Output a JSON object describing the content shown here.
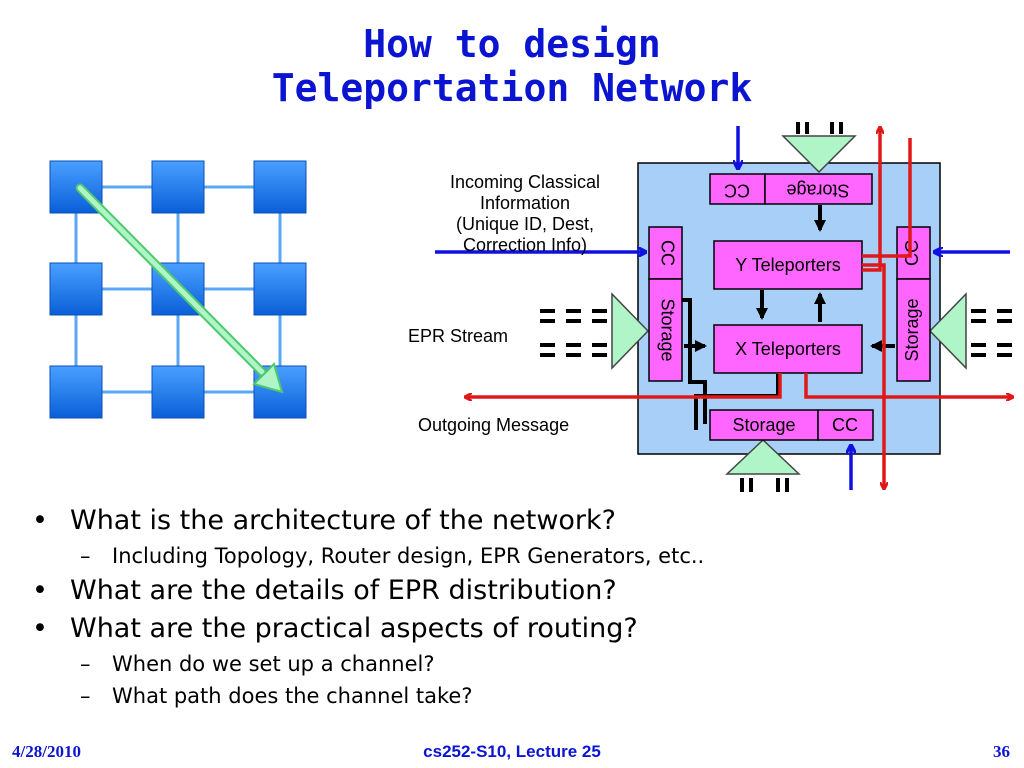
{
  "slide": {
    "title_line1": "How to design",
    "title_line2": "Teleportation Network"
  },
  "router": {
    "cc_top": "CC",
    "storage_top": "Storage",
    "cc_left": "CC",
    "storage_left": "Storage",
    "cc_right": "CC",
    "storage_right": "Storage",
    "y_teleporters": "Y Teleporters",
    "x_teleporters": "X Teleporters",
    "storage_bottom": "Storage",
    "cc_bottom": "CC"
  },
  "labels": {
    "incoming_line1": "Incoming Classical",
    "incoming_line2": "Information",
    "incoming_line3": "(Unique ID, Dest,",
    "incoming_line4": "Correction Info)",
    "epr_stream": "EPR Stream",
    "outgoing_message": "Outgoing Message"
  },
  "bullets": [
    {
      "text": "What is the architecture of the network?",
      "sub": [
        "Including Topology, Router design, EPR Generators, etc.."
      ]
    },
    {
      "text": "What are the details of EPR distribution?",
      "sub": []
    },
    {
      "text": "What are the practical aspects of routing?",
      "sub": [
        "When do we set up a channel?",
        "What path does the channel take?"
      ]
    }
  ],
  "footer": {
    "date": "4/28/2010",
    "course": "cs252-S10, Lecture 25",
    "page": "36"
  },
  "colors": {
    "title_blue": "#0b14d0",
    "node_blue": "#1e78f0",
    "router_fill": "#a8cff8",
    "module_pink": "#ff66ff",
    "generator_green": "#b0f5c8",
    "arrow_red": "#e01818",
    "arrow_blue": "#1010e0"
  }
}
